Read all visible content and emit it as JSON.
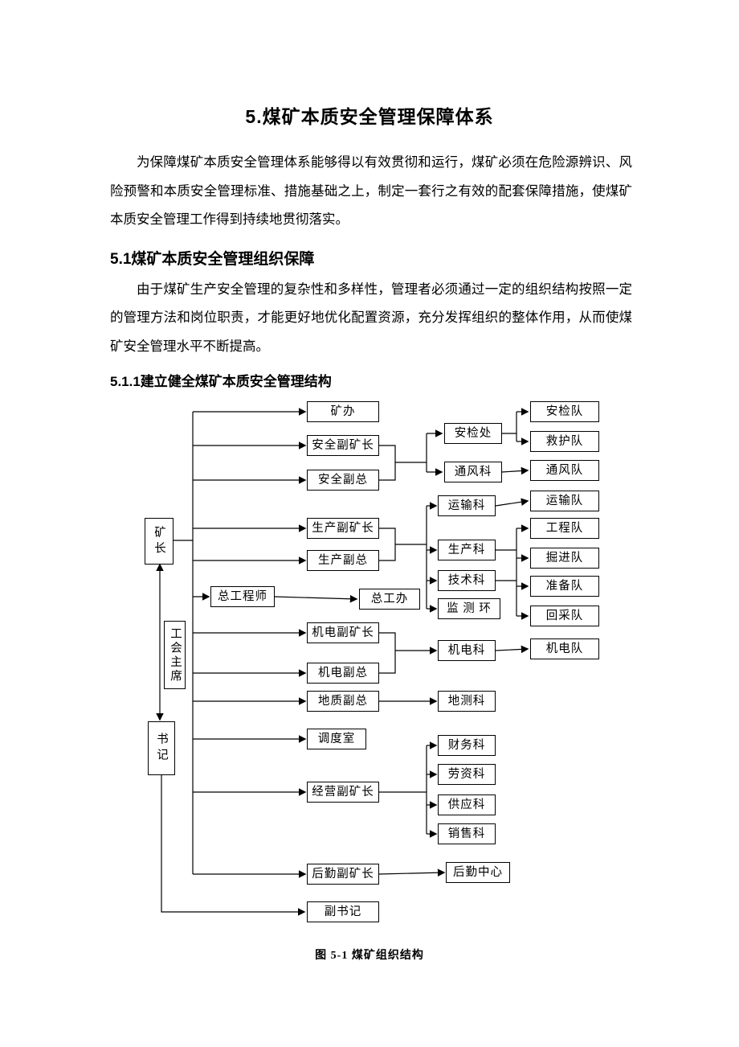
{
  "document": {
    "title": "5.煤矿本质安全管理保障体系",
    "paragraph_1": "为保障煤矿本质安全管理体系能够得以有效贯彻和运行，煤矿必须在危险源辨识、风险预警和本质安全管理标准、措施基础之上，制定一套行之有效的配套保障措施，使煤矿本质安全管理工作得到持续地贯彻落实。",
    "heading_5_1": "5.1煤矿本质安全管理组织保障",
    "paragraph_2": "由于煤矿生产安全管理的复杂性和多样性，管理者必须通过一定的组织结构按照一定的管理方法和岗位职责，才能更好地优化配置资源，充分发挥组织的整体作用，从而使煤矿安全管理水平不断提高。",
    "heading_5_1_1": "5.1.1建立健全煤矿本质安全管理结构",
    "figure_caption": "图 5-1  煤矿组织结构"
  },
  "diagram": {
    "boxes": {
      "kuangzhang": "矿长",
      "gonghuizhuxi": "工会主席",
      "shuji": "书记",
      "zonggongchengshi": "总工程师",
      "kuangban": "矿办",
      "anquanfukuangzhang": "安全副矿长",
      "anquanfuzong": "安全副总",
      "shengchanfukuangzhang": "生产副矿长",
      "shengchanfuzong": "生产副总",
      "zonggongban": "总工办",
      "jidianfukuangzhang": "机电副矿长",
      "jidianfuzong": "机电副总",
      "dizhifuzong": "地质副总",
      "diaodushi": "调度室",
      "jingyingfukuangzhang": "经营副矿长",
      "houqinfukuangzhang": "后勤副矿长",
      "fushuji": "副书记",
      "anjianchu": "安检处",
      "tongfengke": "通风科",
      "yunshuke": "运输科",
      "shengchanke": "生产科",
      "jishuke": "技术科",
      "jiancehuan": "监 测 环",
      "jidianke": "机电科",
      "diceke": "地测科",
      "caiwuke": "财务科",
      "laozike": "劳资科",
      "gongyingke": "供应科",
      "xiaoshouke": "销售科",
      "houqinzhongxin": "后勤中心",
      "anjiandui": "安检队",
      "jiuhudui": "救护队",
      "tongfengdui": "通风队",
      "yunshudui": "运输队",
      "gongchengdui": "工程队",
      "juejindui": "掘进队",
      "zhunbeidui": "准备队",
      "huicaidui": "回采队",
      "jidiandui": "机电队"
    }
  }
}
